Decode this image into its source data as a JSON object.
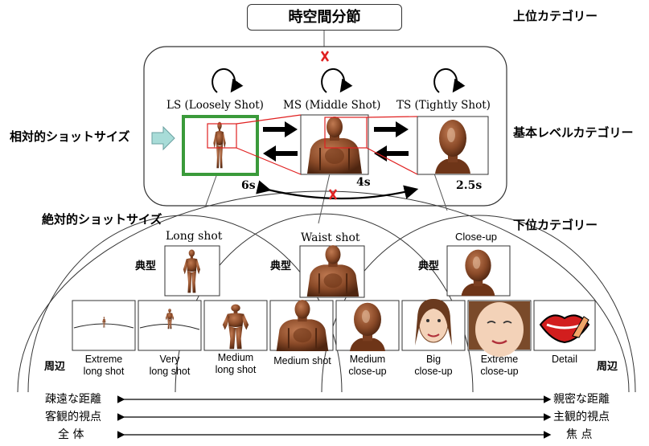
{
  "top_node": "時空間分節",
  "levels": {
    "upper": "上位カテゴリー",
    "basic": "基本レベルカテゴリー",
    "lower": "下位カテゴリー"
  },
  "relative_label": "相対的ショットサイズ",
  "absolute_label": "絶対的ショットサイズ",
  "basic_shots": [
    {
      "label": "LS (Loosely Shot)",
      "duration": "6s"
    },
    {
      "label": "MS (Middle Shot)",
      "duration": "4s"
    },
    {
      "label": "TS (Tightly Shot)",
      "duration": "2.5s"
    }
  ],
  "typical_label": "典型",
  "peripheral_label": "周辺",
  "category_titles": [
    "Long shot",
    "Waist shot",
    "Close-up"
  ],
  "sub_shots": [
    [
      "Extreme",
      "long shot"
    ],
    [
      "Very",
      "long shot"
    ],
    [
      "Medium",
      "long shot"
    ],
    [
      "Medium shot"
    ],
    [
      "Medium",
      "close-up"
    ],
    [
      "Big",
      "close-up"
    ],
    [
      "Extreme",
      "close-up"
    ],
    [
      "Detail"
    ]
  ],
  "scales": [
    {
      "left": "疎遠な距離",
      "right": "親密な距離"
    },
    {
      "left": "客観的視点",
      "right": "主観的視点"
    },
    {
      "left": "全 体",
      "right": "焦 点"
    }
  ],
  "colors": {
    "highlight_green": "#3a9a3a",
    "red_frame": "#e02020",
    "arrow_fill": "#a8dcd8",
    "figure_brown": "#8a4a28"
  }
}
